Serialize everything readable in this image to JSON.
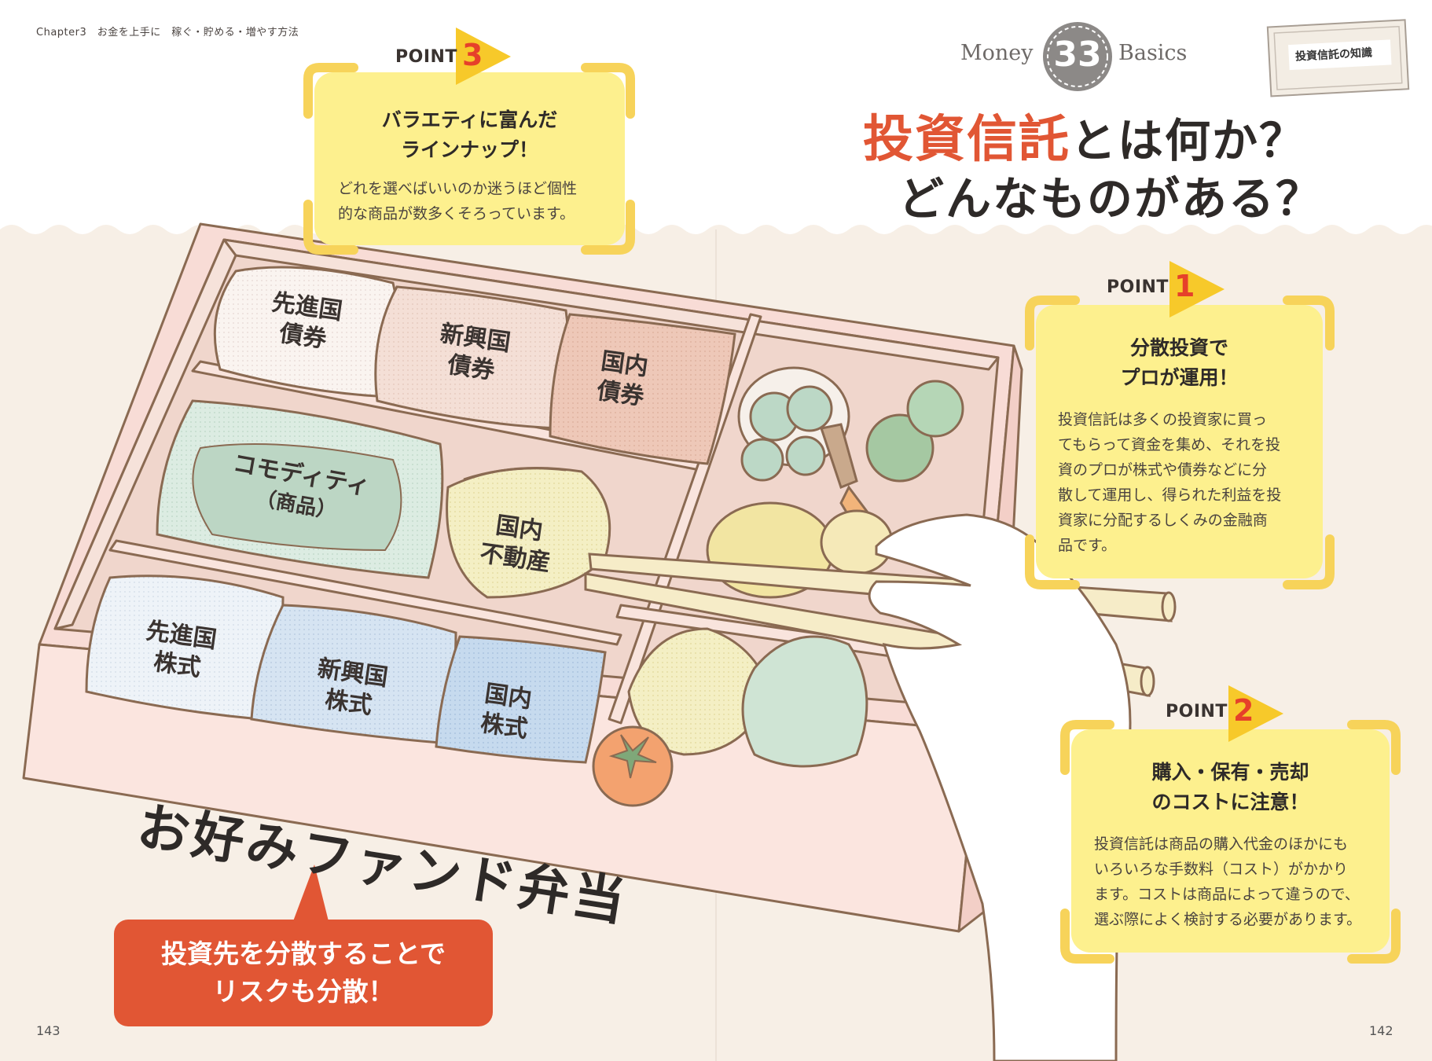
{
  "header": {
    "chapter": "Chapter3　お金を上手に　稼ぐ・貯める・増やす方法",
    "money_left": "Money",
    "money_number": "33",
    "money_right": "Basics",
    "badge": "投資信託の知識"
  },
  "title": {
    "red_part": "投資信託",
    "line1_rest": "とは何か？",
    "line2": "どんなものがある？"
  },
  "points": [
    {
      "label": "POINT",
      "number": "1",
      "heading": [
        "分散投資で",
        "プロが運用！"
      ],
      "body": [
        "投資信託は多くの投資家に買っ",
        "てもらって資金を集め、それを投",
        "資のプロが株式や債券などに分",
        "散して運用し、得られた利益を投",
        "資家に分配するしくみの金融商",
        "品です。"
      ]
    },
    {
      "label": "POINT",
      "number": "2",
      "heading": [
        "購入・保有・売却",
        "のコストに注意！"
      ],
      "body": [
        "投資信託は商品の購入代金のほかにも",
        "いろいろな手数料（コスト）がかかり",
        "ます。コストは商品によって違うので、",
        "選ぶ際によく検討する必要があります。"
      ]
    },
    {
      "label": "POINT",
      "number": "3",
      "heading": [
        "バラエティに富んだ",
        "ラインナップ！"
      ],
      "body": [
        "どれを選べばいいのか迷うほど個性",
        "的な商品が数多くそろっています。"
      ]
    }
  ],
  "bento": {
    "name": "お好みファンド弁当",
    "items": {
      "developed_bonds": [
        "先進国",
        "債券"
      ],
      "emerging_bonds": [
        "新興国",
        "債券"
      ],
      "domestic_bonds": [
        "国内",
        "債券"
      ],
      "commodity": [
        "コモディティ",
        "（商品）"
      ],
      "domestic_reit": [
        "国内",
        "不動産"
      ],
      "developed_stocks": [
        "先進国",
        "株式"
      ],
      "emerging_stocks": [
        "新興国",
        "株式"
      ],
      "domestic_stocks": [
        "国内",
        "株式"
      ]
    }
  },
  "callout": [
    "投資先を分散することで",
    "リスクも分散！"
  ],
  "folios": {
    "left": "143",
    "right": "142"
  },
  "colors": {
    "accent_red": "#e15634",
    "card_yellow": "#fdf08e",
    "card_corner": "#f7d35a",
    "beige_band": "#f7efe6",
    "box_pink": "#f8dcd6"
  }
}
